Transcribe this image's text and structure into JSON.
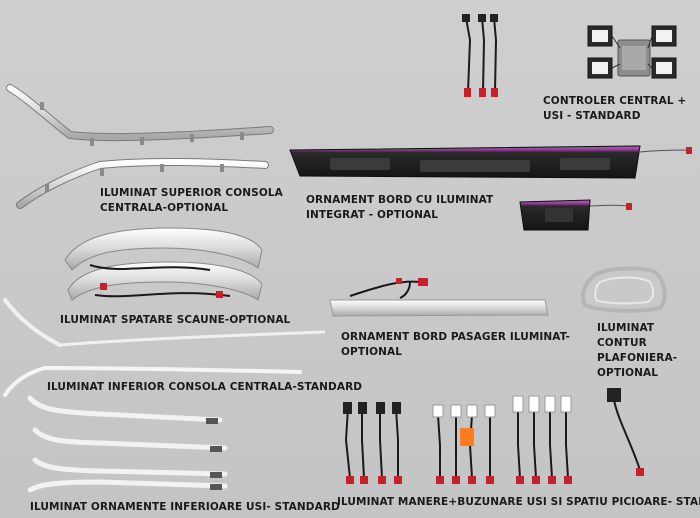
{
  "labels": {
    "controler": [
      "CONTROLER CENTRAL +",
      "USI - STANDARD"
    ],
    "consola_sup": [
      "ILUMINAT SUPERIOR CONSOLA",
      "CENTRALA-OPTIONAL"
    ],
    "bord": [
      "ORNAMENT BORD CU ILUMINAT",
      "INTEGRAT - OPTIONAL"
    ],
    "spatare": [
      "ILUMINAT SPATARE SCAUNE-OPTIONAL"
    ],
    "bord_pasager": [
      "ORNAMENT BORD PASAGER ILUMINAT-",
      "OPTIONAL"
    ],
    "plafoniera": [
      "ILUMINAT",
      "CONTUR",
      "PLAFONIERA-",
      "OPTIONAL"
    ],
    "consola_inf": [
      "ILUMINAT INFERIOR CONSOLA CENTRALA-STANDARD"
    ],
    "ornamente_usi": [
      "ILUMINAT ORNAMENTE INFERIOARE USI- STANDARD"
    ],
    "manere": [
      "ILUMINAT MANERE+BUZUNARE USI SI SPATIU PICIOARE- STANDARD"
    ]
  },
  "colors": {
    "background": "#c9c9c9",
    "ambient_light": "#d24fd6",
    "connector_red": "#c8202a",
    "plastic_dark": "#1e1e1e",
    "chrome": "#e6e6e6"
  }
}
